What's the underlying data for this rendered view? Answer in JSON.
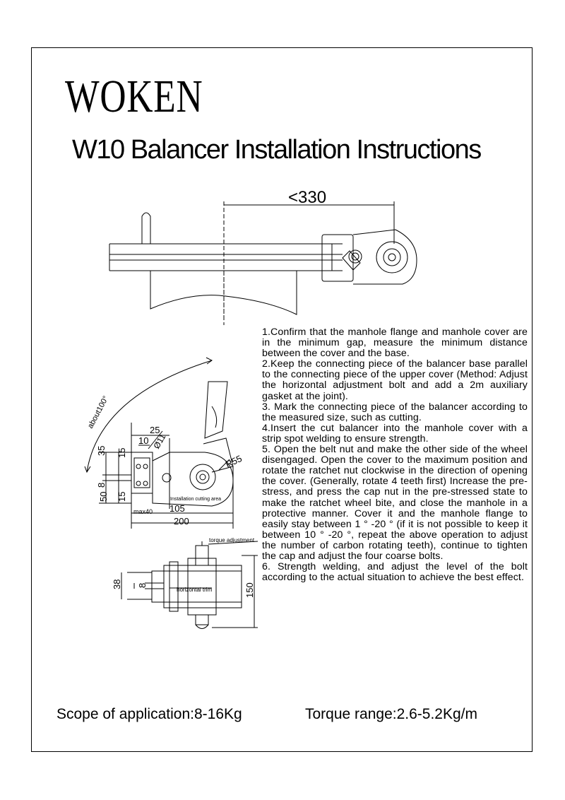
{
  "brand": "WOKEN",
  "title": "W10 Balancer Installation Instructions",
  "drawing_labels": {
    "top_dim": "<330",
    "arc": "about100°",
    "d25": "25",
    "d10": "10",
    "d11": "Ø11",
    "d35": "35",
    "d15a": "15",
    "d8": "8",
    "d50": "50",
    "d15b": "15",
    "r55": "R55",
    "cut_area": "Installation cutting area",
    "max40": "max40",
    "d105": "105",
    "d200": "200",
    "torque_adj": "torque adjustment",
    "h_trim": "horizontal trim",
    "d38": "38",
    "d8b": "8",
    "d150": "150"
  },
  "steps": [
    "1.Confirm that the manhole flange and manhole cover are in the minimum gap, measure the minimum distance between the cover and the base.",
    "2.Keep the connecting piece of the balancer base parallel to the connecting piece of the upper cover (Method: Adjust the horizontal adjustment bolt and add a 2m auxiliary gasket at the joint).",
    "3. Mark the connecting piece of the balancer according to the measured size, such as cutting.",
    "4.Insert the cut balancer into the manhole cover with a strip spot welding to ensure strength.",
    "5. Open the belt nut and make the other side of the wheel disengaged. Open the cover to the maximum position and rotate the ratchet nut clockwise in the direction of opening the cover. (Generally, rotate 4 teeth first) Increase the pre-stress, and press the cap nut in the pre-stressed state to make the ratchet wheel bite, and close the manhole in a protective manner. Cover it and the manhole flange to easily stay between 1 ° -20 ° (if it is not possible to keep it between 10 ° -20 °, repeat the above operation to adjust the number of carbon rotating teeth), continue to tighten the cap and adjust the four coarse bolts.",
    "6. Strength welding, and adjust the level of the bolt according to the actual situation to achieve the best effect."
  ],
  "footer": {
    "scope": "Scope of application:8-16Kg",
    "torque": "Torque range:2.6-5.2Kg/m"
  }
}
